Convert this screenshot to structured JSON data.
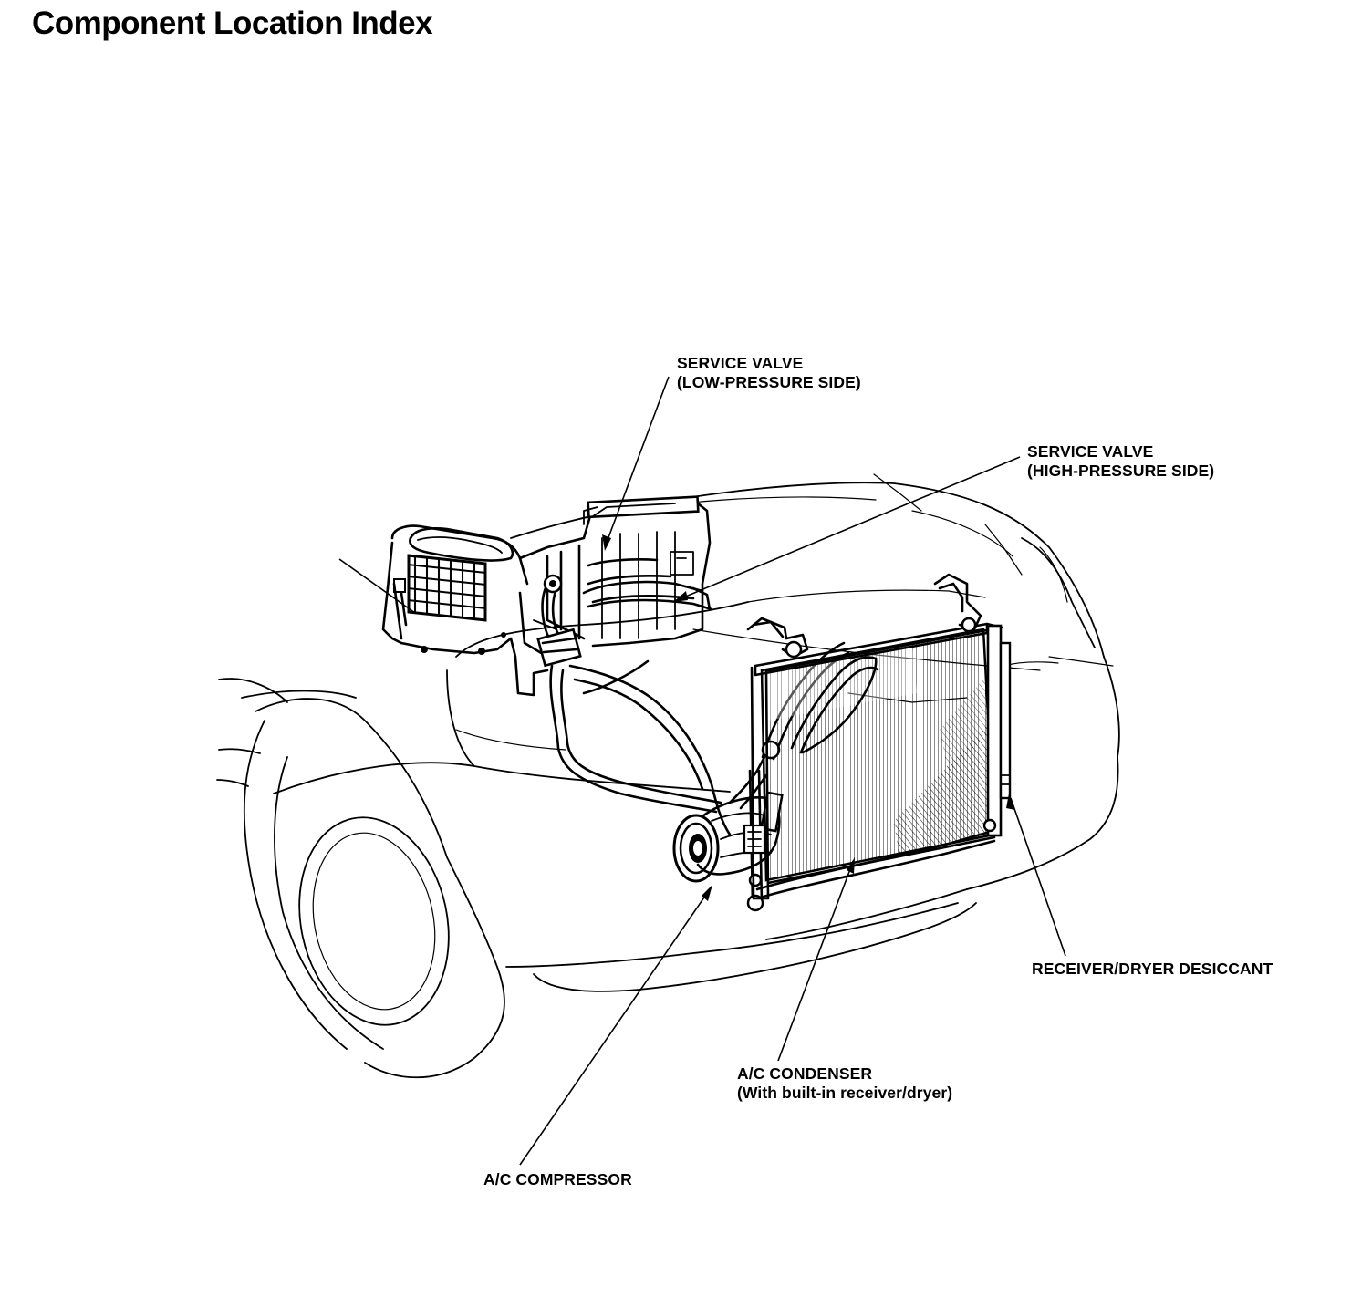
{
  "page": {
    "title": "Component Location Index"
  },
  "callouts": {
    "service_valve_low": {
      "line1": "SERVICE VALVE",
      "line2": "(LOW-PRESSURE SIDE)"
    },
    "service_valve_high": {
      "line1": "SERVICE VALVE",
      "line2": "(HIGH-PRESSURE SIDE)"
    },
    "receiver_dryer": {
      "line1": "RECEIVER/DRYER DESICCANT"
    },
    "condenser": {
      "line1": "A/C CONDENSER",
      "line2": "(With built-in receiver/dryer)"
    },
    "compressor": {
      "line1": "A/C COMPRESSOR"
    }
  }
}
